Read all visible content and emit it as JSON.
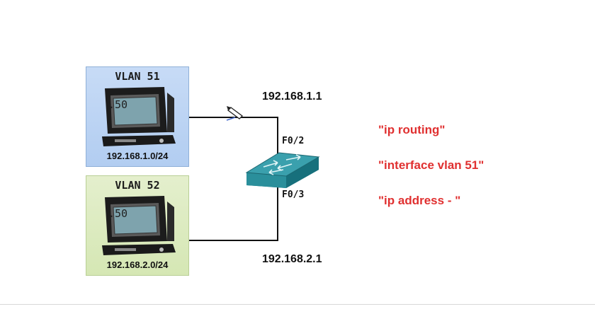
{
  "vlans": [
    {
      "name": "VLAN 51",
      "host": ".50",
      "subnet": "192.168.1.0/24",
      "color": "#b8d2f4"
    },
    {
      "name": "VLAN 52",
      "host": ".50",
      "subnet": "192.168.2.0/24",
      "color": "#d9eabb"
    }
  ],
  "gateways": {
    "vlan51": "192.168.1.1",
    "vlan52": "192.168.2.1"
  },
  "ports": {
    "upper": "F0/2",
    "lower": "F0/3"
  },
  "commands": [
    "\"ip routing\"",
    "\"interface vlan 51\"",
    "\"ip address - \""
  ],
  "colors": {
    "switch": "#3aa0ad",
    "command_text": "#e03030"
  }
}
